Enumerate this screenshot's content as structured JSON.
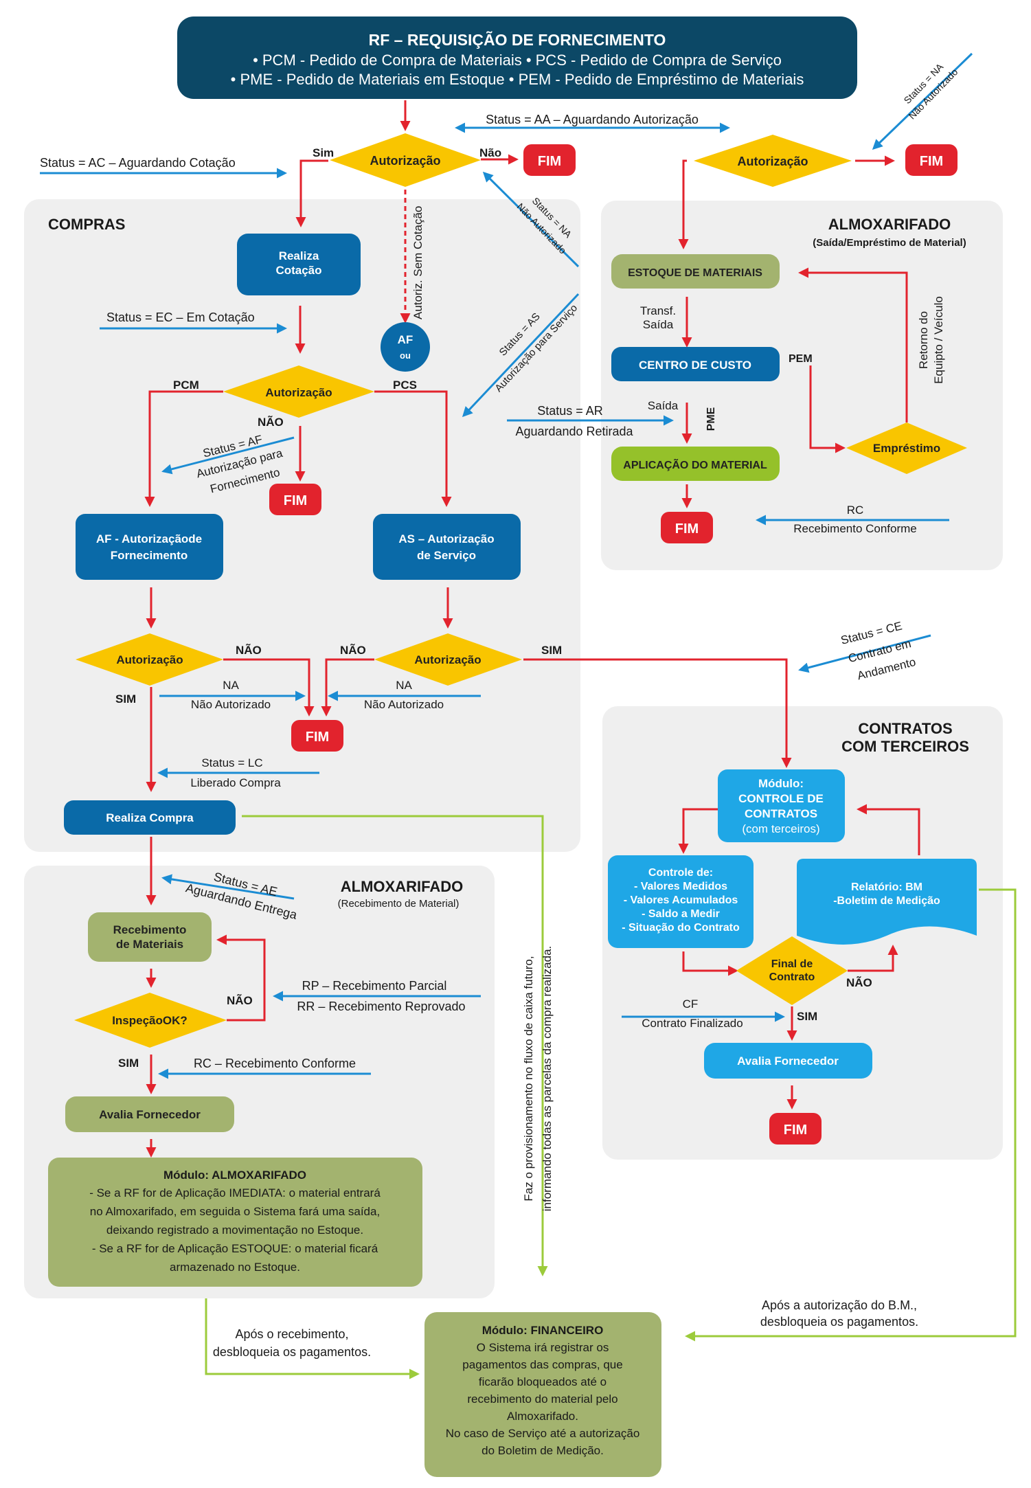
{
  "colors": {
    "navy": "#0c4866",
    "blue_box": "#0a6aa8",
    "cyan_box": "#1fa7e6",
    "green_box": "#a3b36f",
    "lime_box": "#95c12a",
    "yellow": "#f9c500",
    "red": "#e2232d",
    "arrow_red": "#e2232d",
    "arrow_blue": "#1b8cd3",
    "arrow_green": "#9ccb3b",
    "panel": "#efefef"
  },
  "header": {
    "title": "RF – REQUISIÇÃO DE FORNECIMENTO",
    "line2": "• PCM - Pedido de Compra de Materiais • PCS - Pedido de Compra de Serviço",
    "line3": "• PME - Pedido de Materiais em Estoque • PEM - Pedido de Empréstimo de Materiais"
  },
  "panels": {
    "compras": "COMPRAS",
    "almox_top": "ALMOXARIFADO",
    "almox_top_sub": "(Saída/Empréstimo de Material)",
    "almox_bottom": "ALMOXARIFADO",
    "almox_bottom_sub": "(Recebimento de Material)",
    "contratos_1": "CONTRATOS",
    "contratos_2": "COM TERCEIROS"
  },
  "nodes": {
    "autorizacao": "Autorização",
    "fim": "FIM",
    "realiza_cotacao_1": "Realiza",
    "realiza_cotacao_2": "Cotação",
    "af_circle_1": "AF",
    "af_circle_2": "ou",
    "af_box_1": "AF - Autorizaçãode",
    "af_box_2": "Fornecimento",
    "as_box_1": "AS – Autorização",
    "as_box_2": "de Serviço",
    "realiza_compra": "Realiza Compra",
    "recebimento_1": "Recebimento",
    "recebimento_2": "de Materiais",
    "inspecao": "InspeçãoOK?",
    "avalia_fornecedor": "Avalia Fornecedor",
    "estoque": "ESTOQUE DE MATERIAIS",
    "centro_custo": "CENTRO DE CUSTO",
    "aplicacao": "APLICAÇÃO DO MATERIAL",
    "emprestimo": "Empréstimo",
    "modulo_contratos": [
      "Módulo:",
      "CONTROLE DE",
      "CONTRATOS",
      "(com terceiros)"
    ],
    "controle_de": [
      "Controle de:",
      "- Valores Medidos",
      "- Valores Acumulados",
      "- Saldo a Medir",
      "- Situação do Contrato"
    ],
    "relatorio": [
      "Relatório: BM",
      "-Boletim de Medição"
    ],
    "final_contrato": [
      "Final de",
      "Contrato"
    ],
    "modulo_almox": [
      "Módulo: ALMOXARIFADO",
      "- Se a RF for de Aplicação IMEDIATA: o material entrará",
      "no Almoxarifado, em seguida o Sistema fará uma saída,",
      "deixando registrado a movimentação no Estoque.",
      "- Se a RF for de Aplicação ESTOQUE: o material ficará",
      "armazenado no Estoque."
    ],
    "modulo_fin": [
      "Módulo: FINANCEIRO",
      "O Sistema irá registrar os",
      "pagamentos das compras, que",
      "ficarão bloqueados até o",
      "recebimento do material pelo",
      "Almoxarifado.",
      "No caso de Serviço até a autorização",
      "do Boletim de Medição."
    ]
  },
  "labels": {
    "sim": "Sim",
    "nao": "Não",
    "SIM": "SIM",
    "NAO": "NÃO",
    "pcm": "PCM",
    "pcs": "PCS",
    "pem": "PEM",
    "pme": "PME",
    "status_aa": "Status = AA – Aguardando Autorização",
    "status_ac": "Status = AC – Aguardando Cotação",
    "status_ec": "Status = EC – Em Cotação",
    "autoriz_sem_cotacao": "Autoriz. Sem Cotação",
    "status_na_1": "Status = NA",
    "status_na_2": "Não Autorizado",
    "status_as_1": "Status = AS",
    "status_as_2": "Autorização para Serviço",
    "status_af": [
      "Status = AF",
      "Autorização para",
      "Fornecimento"
    ],
    "status_ar_1": "Status = AR",
    "status_ar_2": "Aguardando Retirada",
    "transf_1": "Transf.",
    "transf_2": "Saída",
    "saida": "Saída",
    "retorno_1": "Retorno do",
    "retorno_2": "Equipto / Veículo",
    "rc": "RC",
    "recebimento_conforme": "Recebimento Conforme",
    "na": "NA",
    "nao_autorizado": "Não Autorizado",
    "status_lc_1": "Status = LC",
    "status_lc_2": "Liberado Compra",
    "status_ce": [
      "Status = CE",
      "Contrato em",
      "Andamento"
    ],
    "status_ae_1": "Status = AE",
    "status_ae_2": "Aguardando Entrega",
    "rp": "RP – Recebimento Parcial",
    "rr": "RR – Recebimento Reprovado",
    "rc_conforme": "RC – Recebimento Conforme",
    "cf": "CF",
    "contrato_finalizado": "Contrato Finalizado",
    "provisionamento_1": "Faz o provisionamento no fluxo de caixa futuro,",
    "provisionamento_2": "informando todas as parcelas da compra realizada.",
    "apos_receb_1": "Após o recebimento,",
    "apos_receb_2": "desbloqueia os pagamentos.",
    "apos_bm_1": "Após a autorização do B.M.,",
    "apos_bm_2": "desbloqueia os pagamentos."
  }
}
